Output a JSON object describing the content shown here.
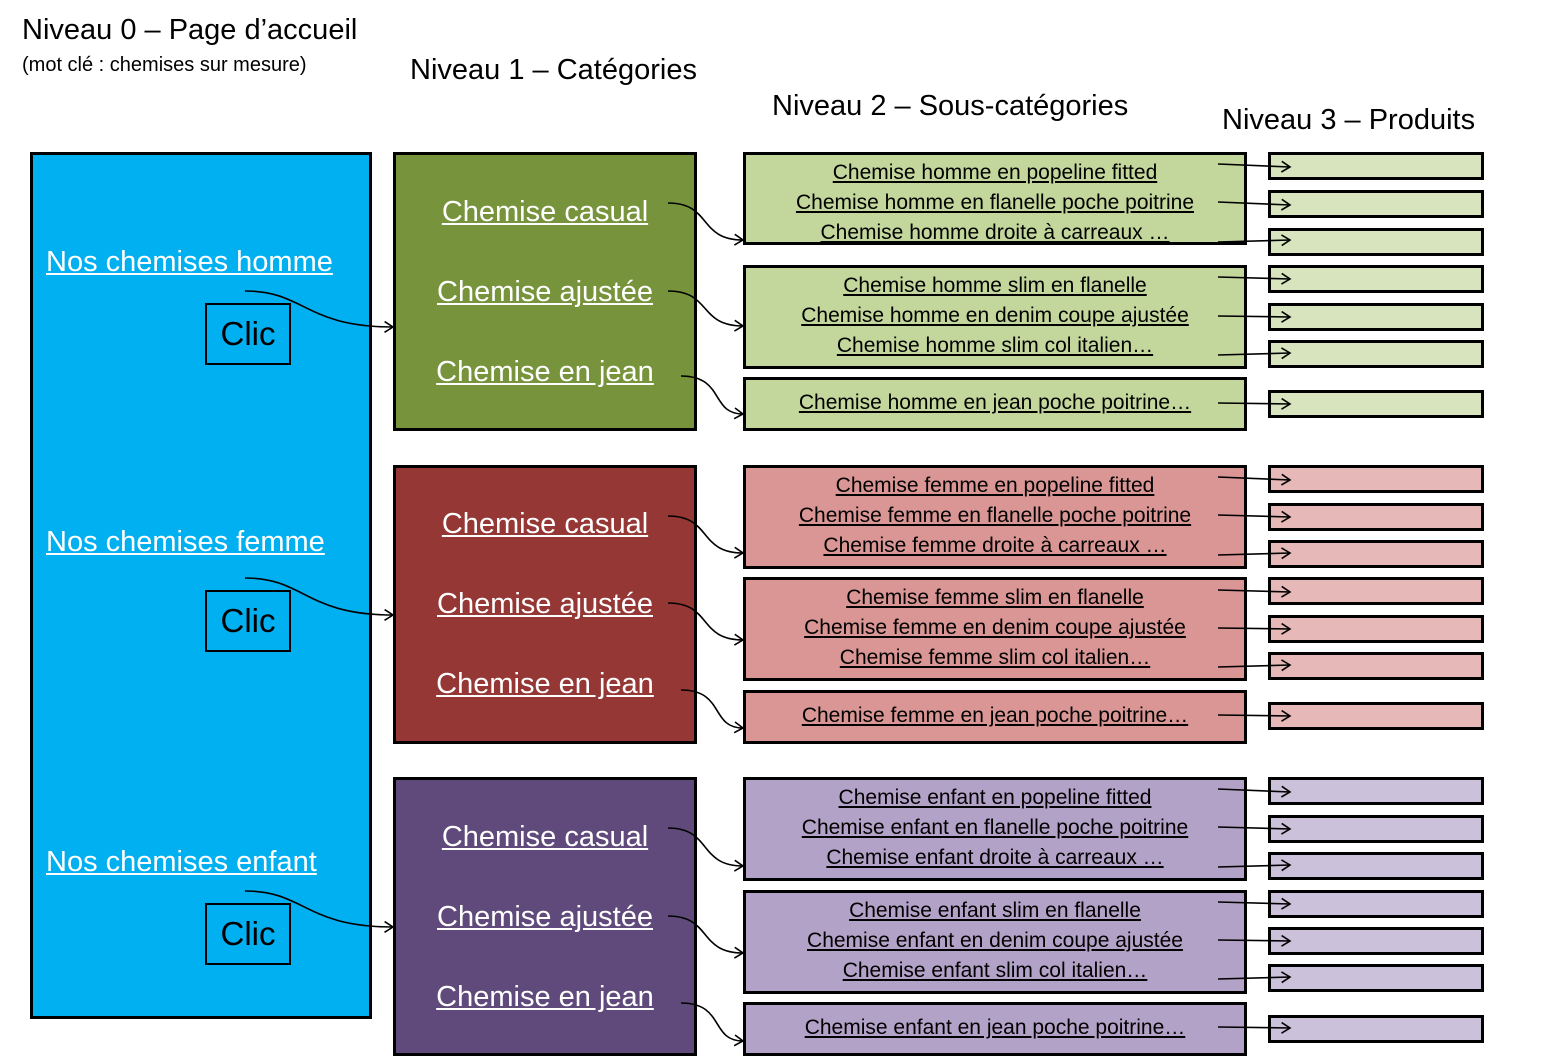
{
  "headers": {
    "level0": "Niveau 0 – Page d’accueil",
    "level0_note": "(mot clé : chemises sur mesure)",
    "level1": "Niveau 1 – Catégories",
    "level2": "Niveau 2 – Sous-catégories",
    "level3": "Niveau 3 – Produits"
  },
  "clic_label": "Clic",
  "colors": {
    "level0": "#00b0f0",
    "homme": {
      "category": "#77933c",
      "sub": "#c3d69b",
      "product": "#d7e4bd"
    },
    "femme": {
      "category": "#953735",
      "sub": "#d99694",
      "product": "#e6b9b8"
    },
    "enfant": {
      "category": "#604a7b",
      "sub": "#b3a2c7",
      "product": "#ccc1da"
    }
  },
  "groups": [
    {
      "home_link": "Nos chemises homme",
      "categories": [
        "Chemise casual",
        "Chemise ajustée",
        "Chemise en jean"
      ],
      "subcategories": [
        [
          "Chemise homme en popeline fitted",
          "Chemise homme en flanelle poche poitrine",
          "Chemise homme droite à carreaux …"
        ],
        [
          "Chemise homme slim en flanelle",
          "Chemise homme en denim coupe ajustée",
          "Chemise homme slim col italien…"
        ],
        [
          "Chemise homme en jean poche poitrine…"
        ]
      ]
    },
    {
      "home_link": "Nos chemises femme",
      "categories": [
        "Chemise casual",
        "Chemise ajustée",
        "Chemise en jean"
      ],
      "subcategories": [
        [
          "Chemise femme en popeline fitted",
          "Chemise femme en flanelle poche poitrine",
          "Chemise femme droite à carreaux …"
        ],
        [
          "Chemise femme slim en flanelle",
          "Chemise femme en denim coupe ajustée",
          "Chemise femme slim col italien…"
        ],
        [
          "Chemise femme en jean poche poitrine…"
        ]
      ]
    },
    {
      "home_link": "Nos chemises enfant",
      "categories": [
        "Chemise casual",
        "Chemise ajustée",
        "Chemise en jean"
      ],
      "subcategories": [
        [
          "Chemise enfant en popeline fitted",
          "Chemise enfant en flanelle poche poitrine",
          "Chemise enfant droite à carreaux …"
        ],
        [
          "Chemise enfant slim en flanelle",
          "Chemise enfant en denim coupe ajustée",
          "Chemise enfant slim col italien…"
        ],
        [
          "Chemise enfant en jean poche poitrine…"
        ]
      ]
    }
  ]
}
